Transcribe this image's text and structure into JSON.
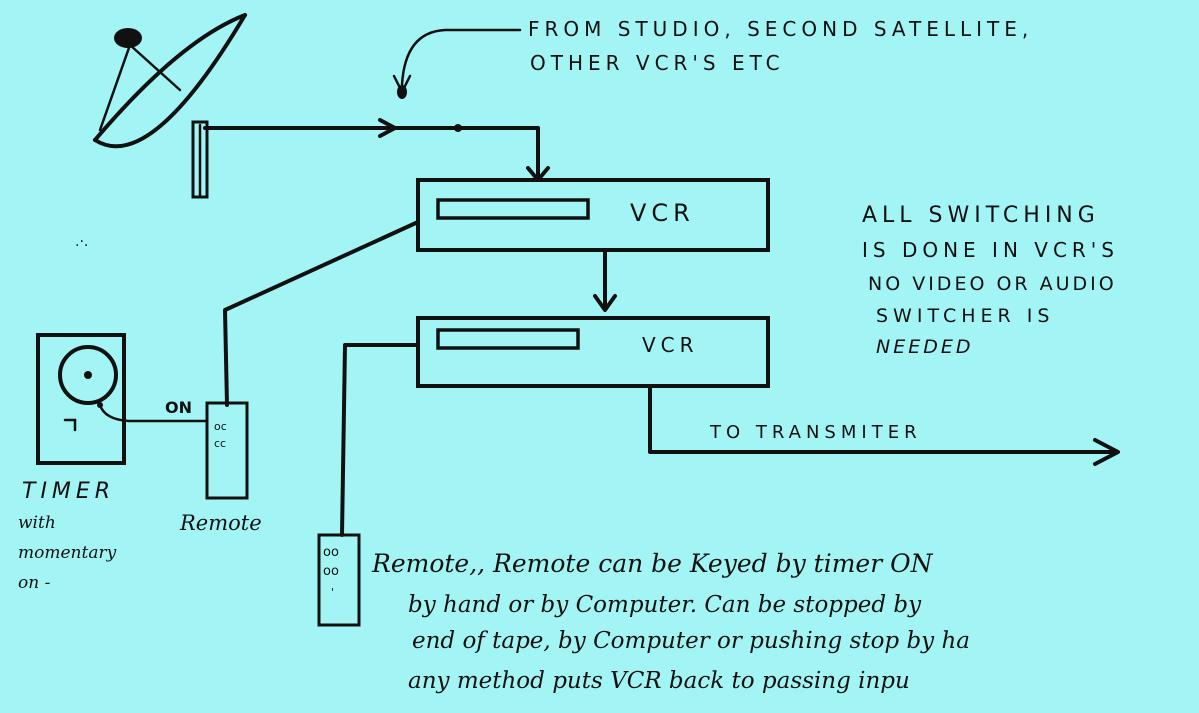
{
  "annotation_top": {
    "line1": "FROM STUDIO, SECOND SATELLITE,",
    "line2": "OTHER VCR'S  ETC"
  },
  "vcr_top": {
    "label": "VCR"
  },
  "vcr_bottom": {
    "label": "VCR"
  },
  "note_switching": {
    "line1": "ALL SWITCHING",
    "line2": "IS DONE IN VCR'S",
    "line3": "NO VIDEO OR AUDIO",
    "line4": "SWITCHER IS",
    "line5": "NEEDED"
  },
  "on_label": "ON",
  "transmitter_label": "TO TRANSMITER",
  "timer": {
    "title": "TIMER",
    "sub1": "with",
    "sub2": "momentary",
    "sub3": "on -"
  },
  "remote_label": "Remote",
  "bottom_note": {
    "line1": "Remote,, Remote can be Keyed by timer ON",
    "line2": "by hand or by Computer. Can be stopped by",
    "line3": "end of tape, by Computer or pushing stop by ha",
    "line4": "any method puts VCR back to passing inpu"
  },
  "colors": {
    "background": "#a3f5f5",
    "ink": "#111111"
  }
}
